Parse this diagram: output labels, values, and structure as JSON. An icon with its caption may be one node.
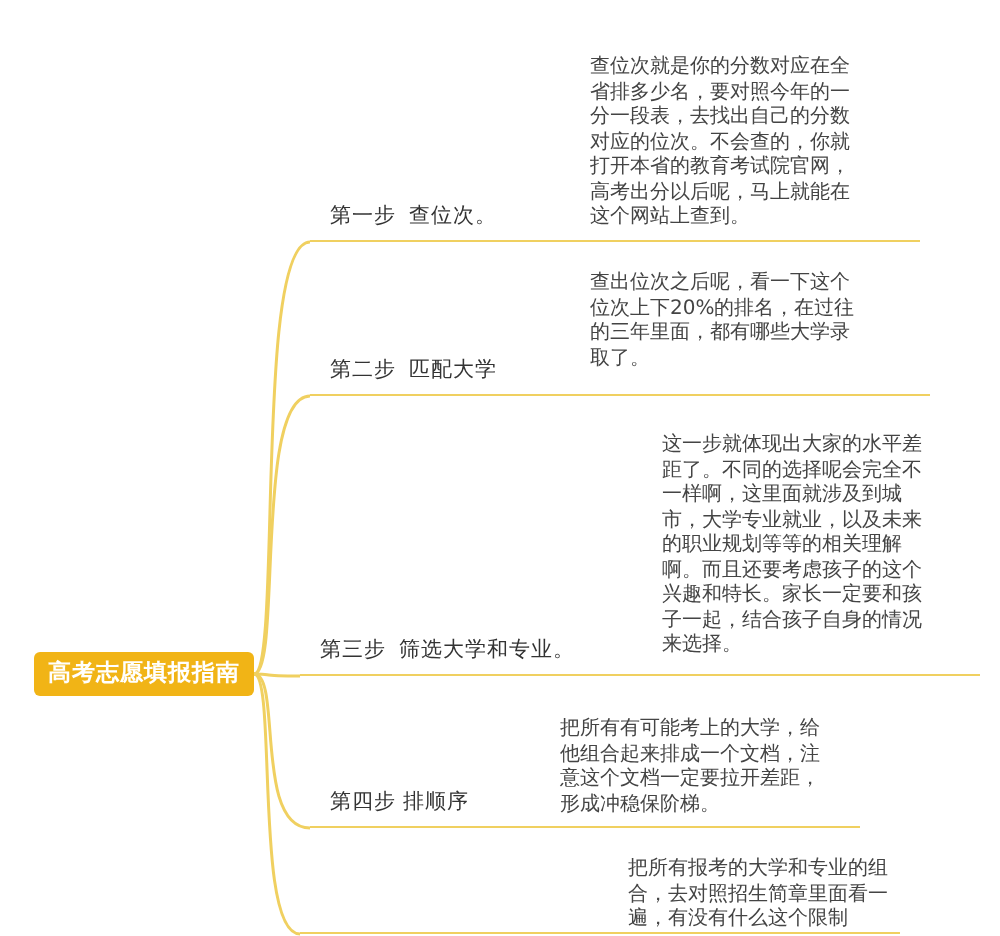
{
  "diagram": {
    "nodes": [
      {
        "text": [
          "高考志愿填报指南"
        ]
      },
      {
        "text": [
          "第一步  查位次。",
          "查位次就是你的分数对应在全省排多少名，要对照今年的一分一段表，去找出自己的分数对应的位次。不会查的，你就打开本省的教育考试院官网，高考出分以后呢，马上就能在这个网站上查到。"
        ]
      },
      {
        "text": [
          "第二步  匹配大学",
          "查出位次之后呢，看一下这个位次上下20%的排名，在过往的三年里面，都有哪些大学录取了。"
        ]
      },
      {
        "text": [
          "第三步  筛选大学和专业。",
          "这一步就体现出大家的水平差距了。不同的选择呢会完全不一样啊，这里面就涉及到城市，大学专业就业，以及未来的职业规划等等的相关理解啊。而且还要考虑孩子的这个兴趣和特长。家长一定要和孩子一起，结合孩子自身的情况来选择。"
        ]
      },
      {
        "text": [
          "第四步 排顺序",
          "把所有有可能考上的大学，给他组合起来排成一个文档，注意这个文档一定要拉开差距，形成冲稳保阶梯。"
        ]
      },
      {
        "text": [
          "把所有报考的大学和专业的组合，去对照招生简章里面看一遍，有没有什么这个限制"
        ]
      }
    ],
    "edges": [
      {
        "from": 0,
        "to": 1,
        "arrow": "none"
      },
      {
        "from": 0,
        "to": 2,
        "arrow": "none"
      },
      {
        "from": 0,
        "to": 3,
        "arrow": "none"
      },
      {
        "from": 0,
        "to": 4,
        "arrow": "none"
      },
      {
        "from": 0,
        "to": 5,
        "arrow": "none"
      }
    ]
  }
}
